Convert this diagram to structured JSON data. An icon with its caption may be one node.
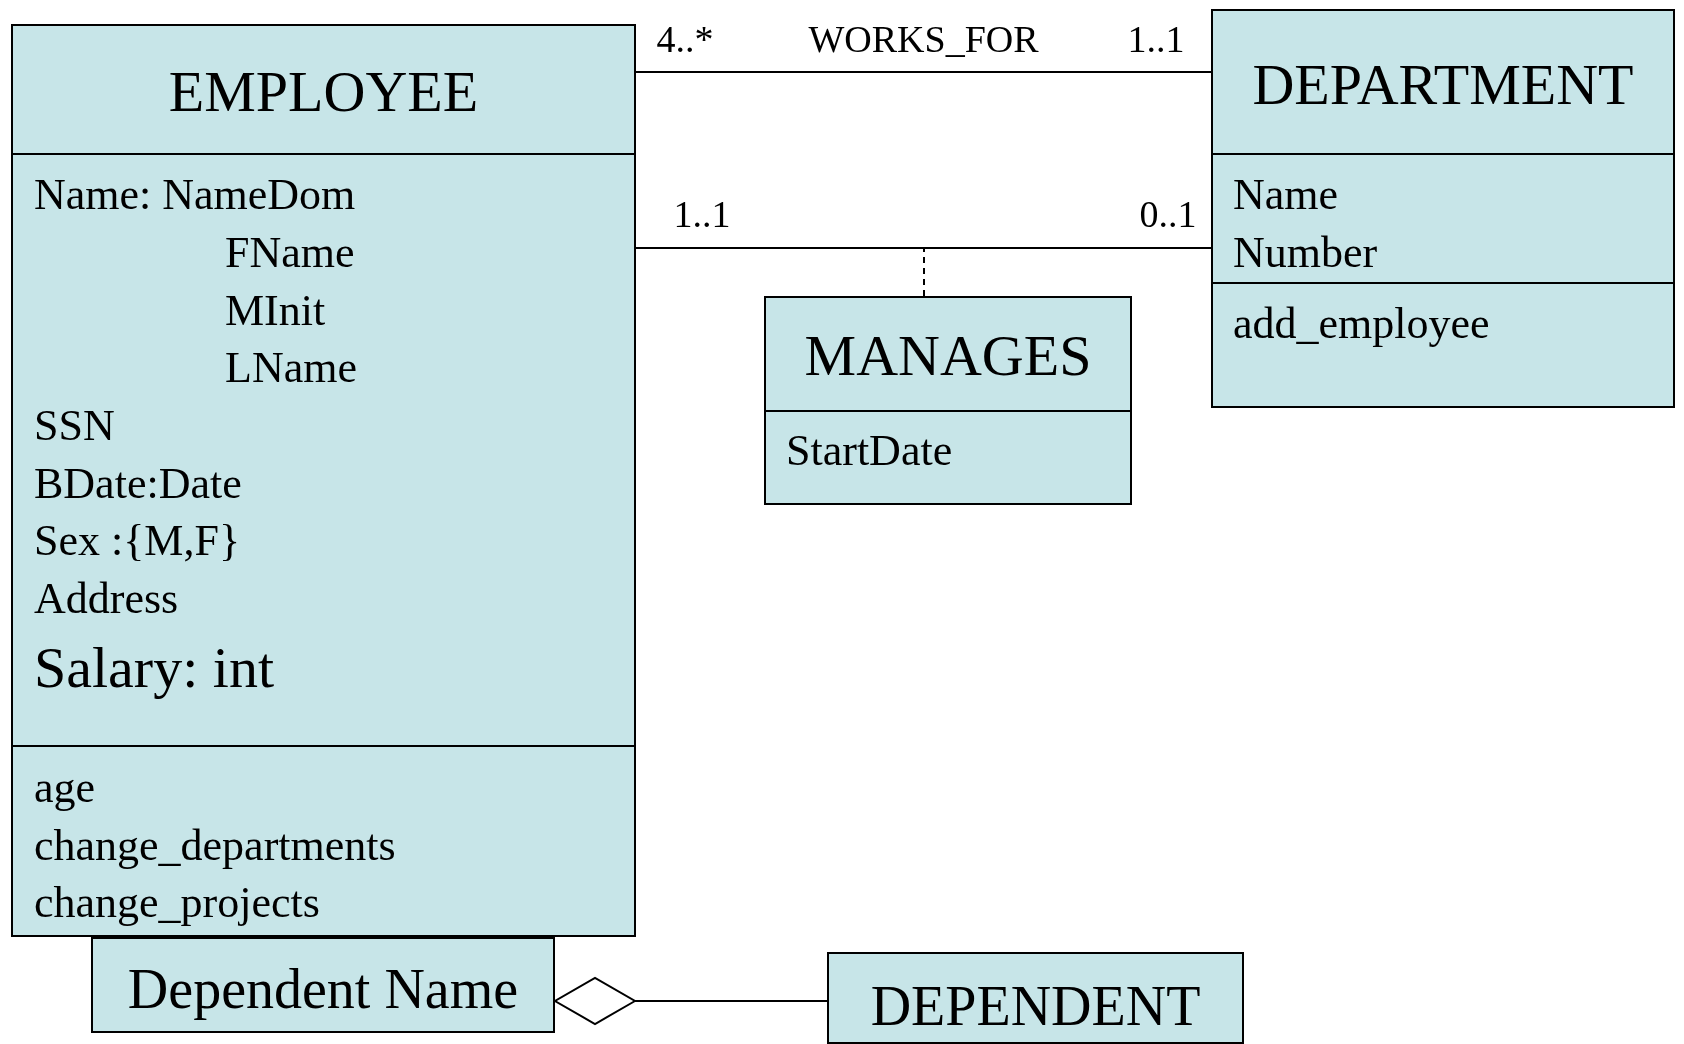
{
  "diagram": {
    "nodes": [
      {
        "text": [
          "EMPLOYEE",
          "Name: NameDom",
          "FName",
          "MInit",
          "LName",
          "SSN",
          "BDate:Date",
          "Sex :{M,F}",
          "Address",
          "Salary: int",
          "age",
          "change_departments",
          "change_projects"
        ]
      },
      {
        "text": [
          "DEPARTMENT",
          "Name",
          "Number",
          "add_employee"
        ]
      },
      {
        "text": [
          "MANAGES",
          "StartDate"
        ]
      },
      {
        "text": [
          "Dependent Name"
        ]
      },
      {
        "text": [
          "DEPENDENT"
        ]
      }
    ],
    "edges": [
      {
        "from": 0,
        "to": 1,
        "arrow": "none",
        "label": "WORKS_FOR"
      },
      {
        "from": 0,
        "to": 1,
        "arrow": "none"
      },
      {
        "from": 2,
        "to": null,
        "arrow": "none",
        "style": "dashed"
      },
      {
        "from": 3,
        "to": 4,
        "arrow": "other"
      }
    ],
    "labels": [
      "4..*",
      "1..1",
      "1..1",
      "0..1"
    ]
  }
}
